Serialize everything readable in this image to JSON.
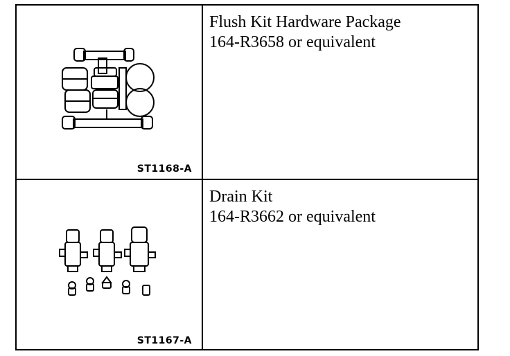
{
  "items": [
    {
      "title": "Flush Kit Hardware Package",
      "part": "164-R3658 or equivalent",
      "figure_code": "ST1168-A"
    },
    {
      "title": "Drain Kit",
      "part": "164-R3662 or equivalent",
      "figure_code": "ST1167-A"
    }
  ]
}
